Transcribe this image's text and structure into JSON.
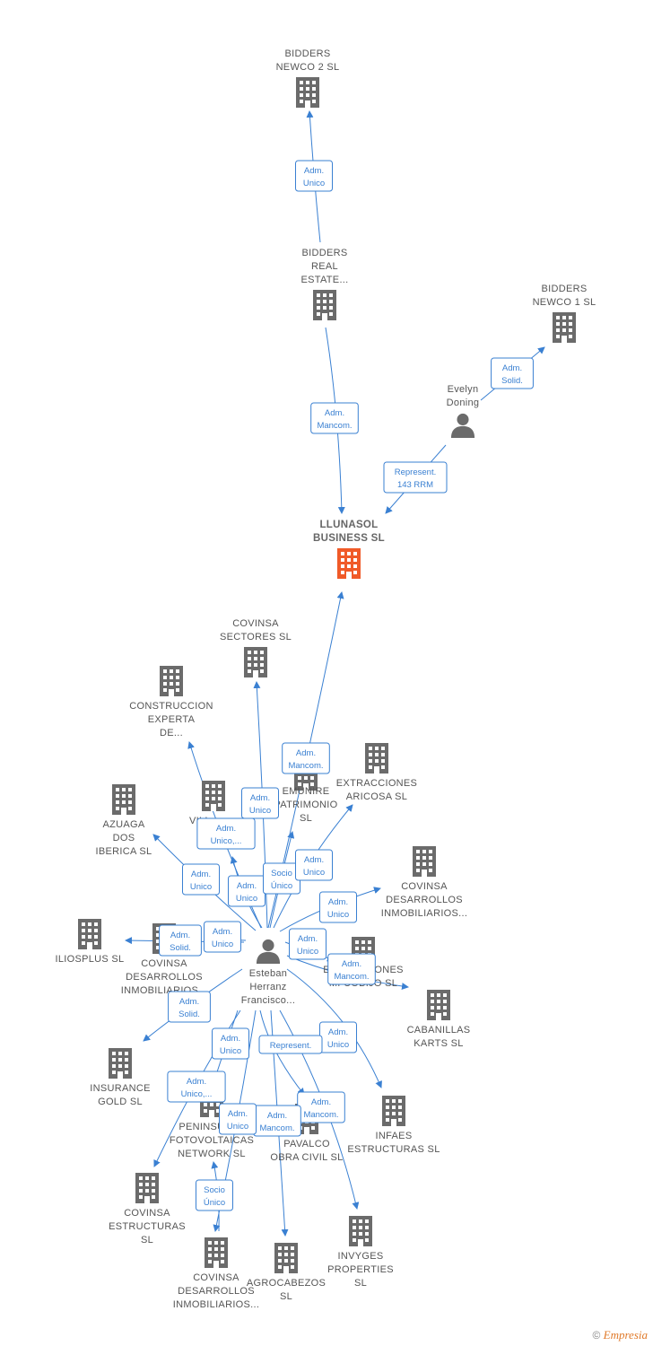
{
  "colors": {
    "edge": "#3a80d2",
    "company": "#6b6b6b",
    "main_company": "#f05a28",
    "person": "#6b6b6b"
  },
  "footer": {
    "copyright": "©",
    "brand": "Empresia"
  },
  "nodes": [
    {
      "id": "bidders2",
      "type": "company",
      "label": [
        "BIDDERS",
        "NEWCO 2  SL"
      ]
    },
    {
      "id": "biddersre",
      "type": "company",
      "label": [
        "BIDDERS",
        "REAL",
        "ESTATE..."
      ]
    },
    {
      "id": "bidders1",
      "type": "company",
      "label": [
        "BIDDERS",
        "NEWCO 1  SL"
      ]
    },
    {
      "id": "evelyn",
      "type": "person",
      "label": [
        "Evelyn",
        "Doning"
      ]
    },
    {
      "id": "llunasol",
      "type": "main",
      "label": [
        "LLUNASOL",
        "BUSINESS  SL"
      ]
    },
    {
      "id": "covsect",
      "type": "company",
      "label": [
        "COVINSA",
        "SECTORES  SL"
      ]
    },
    {
      "id": "construccion",
      "type": "company",
      "label": [
        "CONSTRUCCION",
        "EXPERTA",
        "DE..."
      ]
    },
    {
      "id": "azuaga",
      "type": "company",
      "label": [
        "AZUAGA",
        "DOS",
        "IBERICA  SL"
      ]
    },
    {
      "id": "vill",
      "type": "company",
      "label": [
        "VILL...",
        "SL"
      ]
    },
    {
      "id": "emunire",
      "type": "company",
      "label": [
        "EMUNIRE",
        "PATRIMONIO",
        "SL"
      ]
    },
    {
      "id": "extracciones",
      "type": "company",
      "label": [
        "EXTRACCIONES",
        "ARICOSA  SL"
      ]
    },
    {
      "id": "covdes1",
      "type": "company",
      "label": [
        "COVINSA",
        "DESARROLLOS",
        "INMOBILIARIOS..."
      ]
    },
    {
      "id": "iliosplus",
      "type": "company",
      "label": [
        "ILIOSPLUS  SL"
      ]
    },
    {
      "id": "covdes2",
      "type": "company",
      "label": [
        "COVINSA",
        "DESARROLLOS",
        "INMOBILIARIOS..."
      ]
    },
    {
      "id": "esteban",
      "type": "person",
      "label": [
        "Esteban",
        "Herranz",
        "Francisco..."
      ]
    },
    {
      "id": "edificaciones",
      "type": "company",
      "label": [
        "EDIFICACIONES",
        "MI COBIJO  SL"
      ]
    },
    {
      "id": "cabanillas",
      "type": "company",
      "label": [
        "CABANILLAS",
        "KARTS  SL"
      ]
    },
    {
      "id": "insurance",
      "type": "company",
      "label": [
        "INSURANCE",
        "GOLD  SL"
      ]
    },
    {
      "id": "peninsular",
      "type": "company",
      "label": [
        "PENINSULAR",
        "FOTOVOLTAICAS",
        "NETWORK  SL"
      ]
    },
    {
      "id": "pavalco",
      "type": "company",
      "label": [
        "PAVALCO",
        "OBRA CIVIL  SL"
      ]
    },
    {
      "id": "infaes",
      "type": "company",
      "label": [
        "INFAES",
        "ESTRUCTURAS SL"
      ]
    },
    {
      "id": "covestr",
      "type": "company",
      "label": [
        "COVINSA",
        "ESTRUCTURAS",
        "SL"
      ]
    },
    {
      "id": "covdes3",
      "type": "company",
      "label": [
        "COVINSA",
        "DESARROLLOS",
        "INMOBILIARIOS..."
      ]
    },
    {
      "id": "agrocabezos",
      "type": "company",
      "label": [
        "AGROCABEZOS",
        "SL"
      ]
    },
    {
      "id": "invyges",
      "type": "company",
      "label": [
        "INVYGES",
        "PROPERTIES",
        "SL"
      ]
    }
  ],
  "edges": [
    {
      "from": "biddersre",
      "to": "bidders2",
      "label": [
        "Adm.",
        "Unico"
      ]
    },
    {
      "from": "biddersre",
      "to": "llunasol",
      "label": [
        "Adm.",
        "Mancom."
      ]
    },
    {
      "from": "evelyn",
      "to": "bidders1",
      "label": [
        "Adm.",
        "Solid."
      ]
    },
    {
      "from": "evelyn",
      "to": "llunasol",
      "label": [
        "Represent.",
        "143 RRM"
      ]
    },
    {
      "from": "esteban",
      "to": "llunasol",
      "label": [
        "Adm.",
        "Mancom."
      ]
    },
    {
      "from": "esteban",
      "to": "covsect",
      "label": [
        "Adm.",
        "Unico"
      ]
    },
    {
      "from": "esteban",
      "to": "construccion",
      "label": [
        "Adm.",
        "Unico,..."
      ]
    },
    {
      "from": "esteban",
      "to": "azuaga",
      "label": [
        "Adm.",
        "Unico"
      ]
    },
    {
      "from": "esteban",
      "to": "vill",
      "label": [
        "Adm.",
        "Unico"
      ]
    },
    {
      "from": "esteban",
      "to": "emunire",
      "label": [
        "Socio",
        "Único"
      ]
    },
    {
      "from": "esteban",
      "to": "extracciones",
      "label": [
        "Adm.",
        "Unico"
      ]
    },
    {
      "from": "esteban",
      "to": "covdes1",
      "label": [
        "Adm.",
        "Unico"
      ]
    },
    {
      "from": "esteban",
      "to": "iliosplus",
      "label": [
        "Adm.",
        "Solid."
      ]
    },
    {
      "from": "esteban",
      "to": "covdes2",
      "label": [
        "Adm.",
        "Unico"
      ]
    },
    {
      "from": "esteban",
      "to": "edificaciones",
      "label": [
        "Adm.",
        "Unico"
      ]
    },
    {
      "from": "esteban",
      "to": "edificaciones",
      "label": [
        "Adm.",
        "Mancom."
      ]
    },
    {
      "from": "esteban",
      "to": "insurance",
      "label": [
        "Adm.",
        "Solid."
      ]
    },
    {
      "from": "esteban",
      "to": "infaes",
      "label": [
        "Adm.",
        "Unico"
      ]
    },
    {
      "from": "esteban",
      "to": "peninsular",
      "label": [
        "Adm.",
        "Unico"
      ]
    },
    {
      "from": "esteban",
      "to": "pavalco",
      "label": [
        "Represent."
      ]
    },
    {
      "from": "esteban",
      "to": "covestr",
      "label": [
        "Adm.",
        "Unico,..."
      ]
    },
    {
      "from": "esteban",
      "to": "invyges",
      "label": [
        "Adm.",
        "Mancom."
      ]
    },
    {
      "from": "esteban",
      "to": "agrocabezos",
      "label": [
        "Adm.",
        "Mancom."
      ]
    },
    {
      "from": "esteban",
      "to": "covdes3",
      "label": [
        "Adm.",
        "Unico"
      ]
    },
    {
      "from": "esteban",
      "to": "peninsular",
      "label": [
        "Socio",
        "Único"
      ]
    }
  ]
}
